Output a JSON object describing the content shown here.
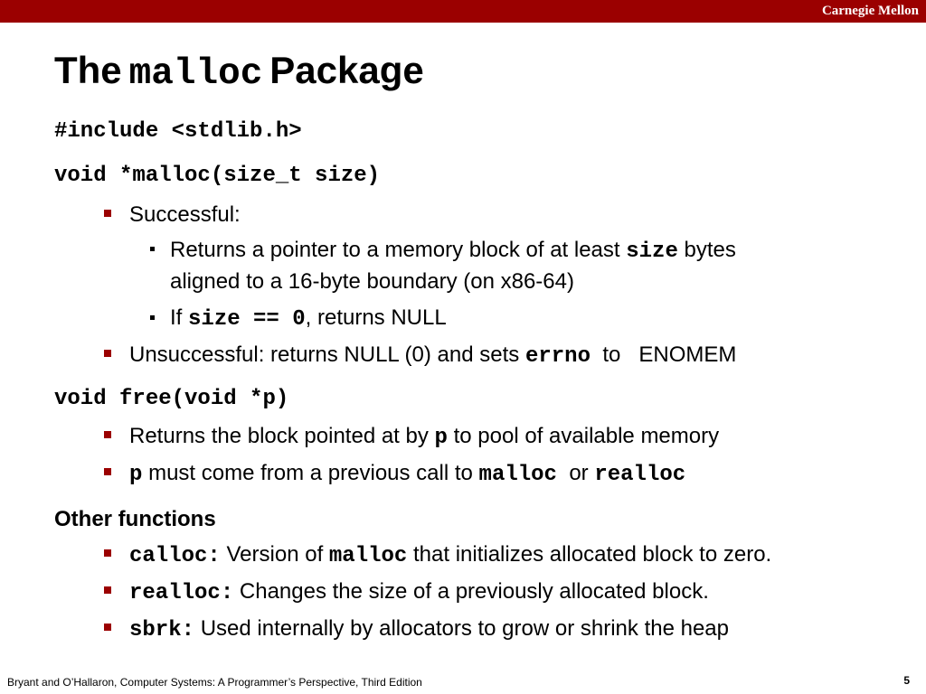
{
  "header": {
    "brand": "Carnegie Mellon"
  },
  "title": {
    "pre": "The",
    "code": "malloc",
    "post": "Package"
  },
  "include": "#include <stdlib.h>",
  "malloc": {
    "signature": "void *malloc(size_t size)",
    "successful": "Successful:",
    "ret_a": "Returns a pointer to a memory block of at least",
    "ret_code": "size",
    "ret_b": "bytes",
    "ret_line2": "aligned to a 16-byte boundary (on x86-64)",
    "if_a": "If",
    "if_code": "size == 0",
    "if_b": ", returns NULL",
    "unsucc_a": "Unsuccessful: returns NULL (0) and sets",
    "unsucc_code": "errno",
    "unsucc_b": "to",
    "unsucc_c": "ENOMEM"
  },
  "free": {
    "signature": "void free(void *p)",
    "b1_a": "Returns the block pointed at by",
    "b1_code": "p",
    "b1_b": "to pool of available memory",
    "b2_code": "p",
    "b2_a": "must come from a previous call to",
    "b2_code2": "malloc",
    "b2_b": "or",
    "b2_code3": "realloc"
  },
  "other": {
    "heading": "Other functions",
    "calloc_code": "calloc:",
    "calloc_a": "Version of",
    "calloc_code2": "malloc",
    "calloc_b": "that initializes allocated block to zero.",
    "realloc_code": "realloc:",
    "realloc_a": "Changes the size of a previously allocated block.",
    "sbrk_code": "sbrk:",
    "sbrk_a": "Used internally by allocators to grow or shrink the heap"
  },
  "footer": {
    "credit": "Bryant and O’Hallaron, Computer Systems: A Programmer’s Perspective, Third Edition",
    "page": "5"
  },
  "colors": {
    "accent": "#9b0000"
  }
}
